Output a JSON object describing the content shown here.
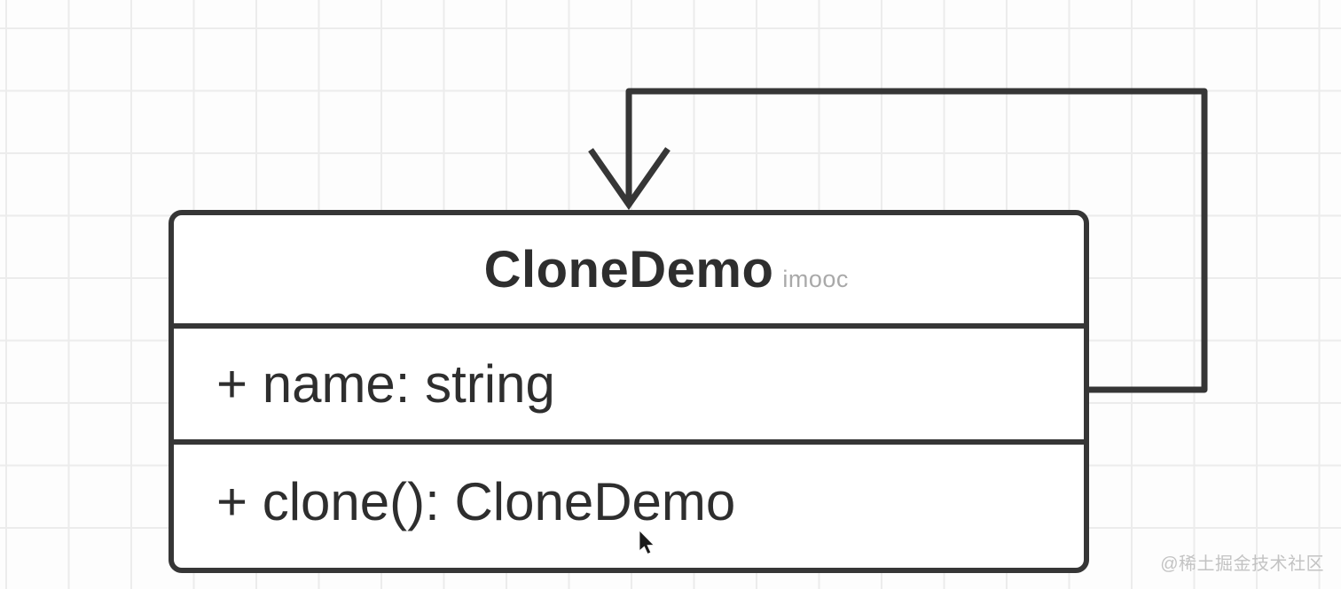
{
  "uml_class": {
    "name": "CloneDemo",
    "name_suffix": "imooc",
    "attributes": [
      {
        "text": "+ name: string"
      }
    ],
    "methods": [
      {
        "text": "+ clone(): CloneDemo"
      }
    ]
  },
  "relationship": {
    "kind": "self-reference-arrow"
  },
  "icons": {
    "self_reference_arrow": "open-v-arrowhead-down",
    "mouse_cursor": "pointer-arrow"
  },
  "page_watermark": "@稀土掘金技术社区",
  "colors": {
    "line": "#363636",
    "text": "#2e2e2e",
    "suffix_muted": "#a9a9a9",
    "grid": "#ececec",
    "background": "#fdfdfd",
    "box_fill": "#ffffff",
    "watermark": "#c3c3c3"
  }
}
